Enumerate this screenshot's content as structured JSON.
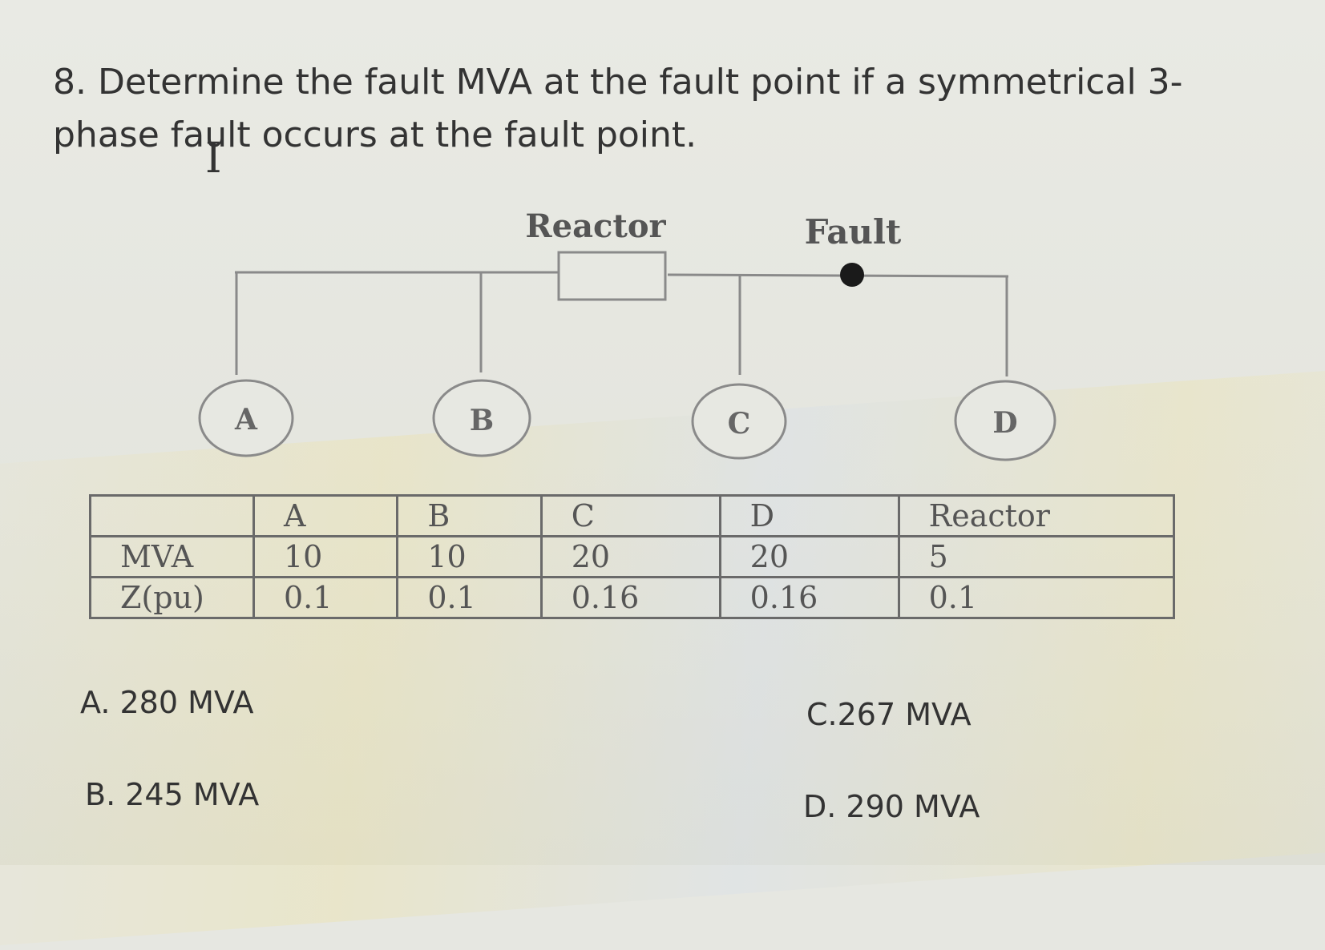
{
  "question": {
    "line1": "8. Determine the fault MVA at the fault point if a symmetrical 3-",
    "line2": "phase fault occurs at the fault point."
  },
  "diagram": {
    "reactor_label": "Reactor",
    "fault_label": "Fault",
    "generators": [
      "A",
      "B",
      "C",
      "D"
    ]
  },
  "table": {
    "headers": [
      "",
      "A",
      "B",
      "C",
      "D",
      "Reactor"
    ],
    "rows": [
      [
        "MVA",
        "10",
        "10",
        "20",
        "20",
        "5"
      ],
      [
        "Z(pu)",
        "0.1",
        "0.1",
        "0.16",
        "0.16",
        "0.1"
      ]
    ]
  },
  "answers": {
    "a": "A. 280 MVA",
    "b": "B. 245 MVA",
    "c": "C.267 MVA",
    "d": "D. 290 MVA"
  }
}
